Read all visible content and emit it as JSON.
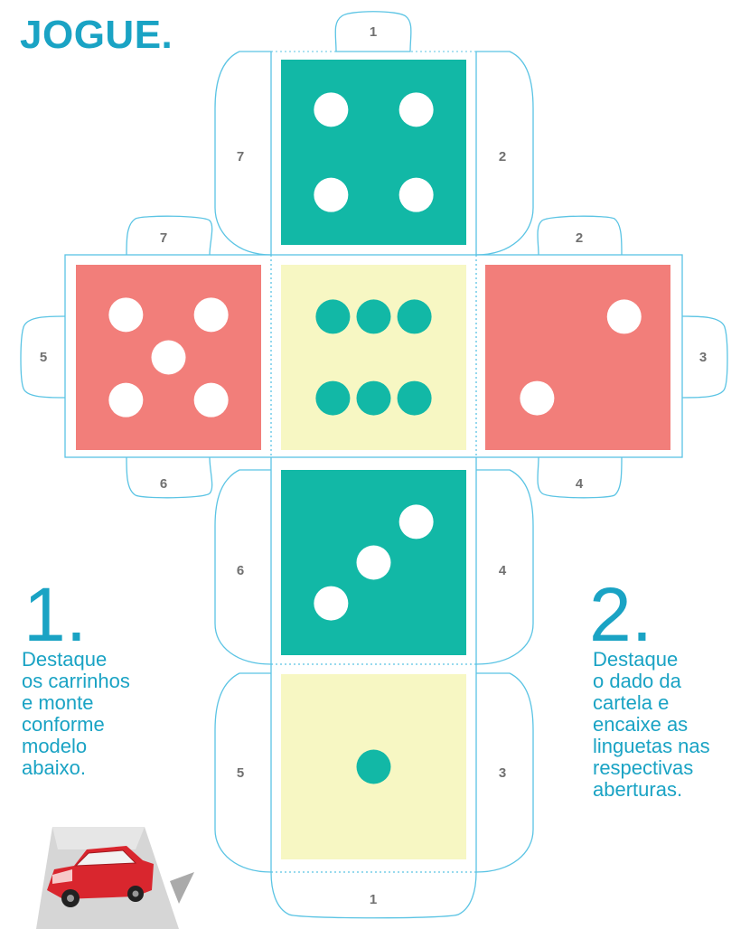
{
  "title": "JOGUE.",
  "steps": [
    {
      "number": "1.",
      "lines": [
        "Destaque",
        "os carrinhos",
        "e monte",
        "conforme",
        "modelo",
        "abaixo."
      ]
    },
    {
      "number": "2.",
      "lines": [
        "Destaque",
        "o dado da",
        "cartela e",
        "encaixe as",
        "linguetas nas",
        "respectivas",
        "aberturas."
      ]
    }
  ],
  "tab_labels": {
    "top": "1",
    "face1_left": "7",
    "face1_right": "2",
    "left_top": "7",
    "right_top": "2",
    "left_side": "5",
    "right_side": "3",
    "left_bottom": "6",
    "right_bottom": "4",
    "face3_left": "6",
    "face3_right": "4",
    "face4_left": "5",
    "face4_right": "3",
    "bottom": "1"
  },
  "dice_faces": [
    {
      "name": "face-top",
      "pips": 4,
      "face_color": "#12b8a6",
      "pip_color": "#ffffff"
    },
    {
      "name": "face-left",
      "pips": 5,
      "face_color": "#f27e7a",
      "pip_color": "#ffffff"
    },
    {
      "name": "face-center",
      "pips": 6,
      "face_color": "#f7f7c3",
      "pip_color": "#12b8a6"
    },
    {
      "name": "face-right",
      "pips": 2,
      "face_color": "#f27e7a",
      "pip_color": "#ffffff"
    },
    {
      "name": "face-lower",
      "pips": 3,
      "face_color": "#12b8a6",
      "pip_color": "#ffffff"
    },
    {
      "name": "face-bottom",
      "pips": 1,
      "face_color": "#f7f7c3",
      "pip_color": "#12b8a6"
    }
  ],
  "colors": {
    "accent": "#1aa3c4",
    "outline": "#5bc4e4",
    "label": "#707070",
    "car": "#d9262e"
  }
}
